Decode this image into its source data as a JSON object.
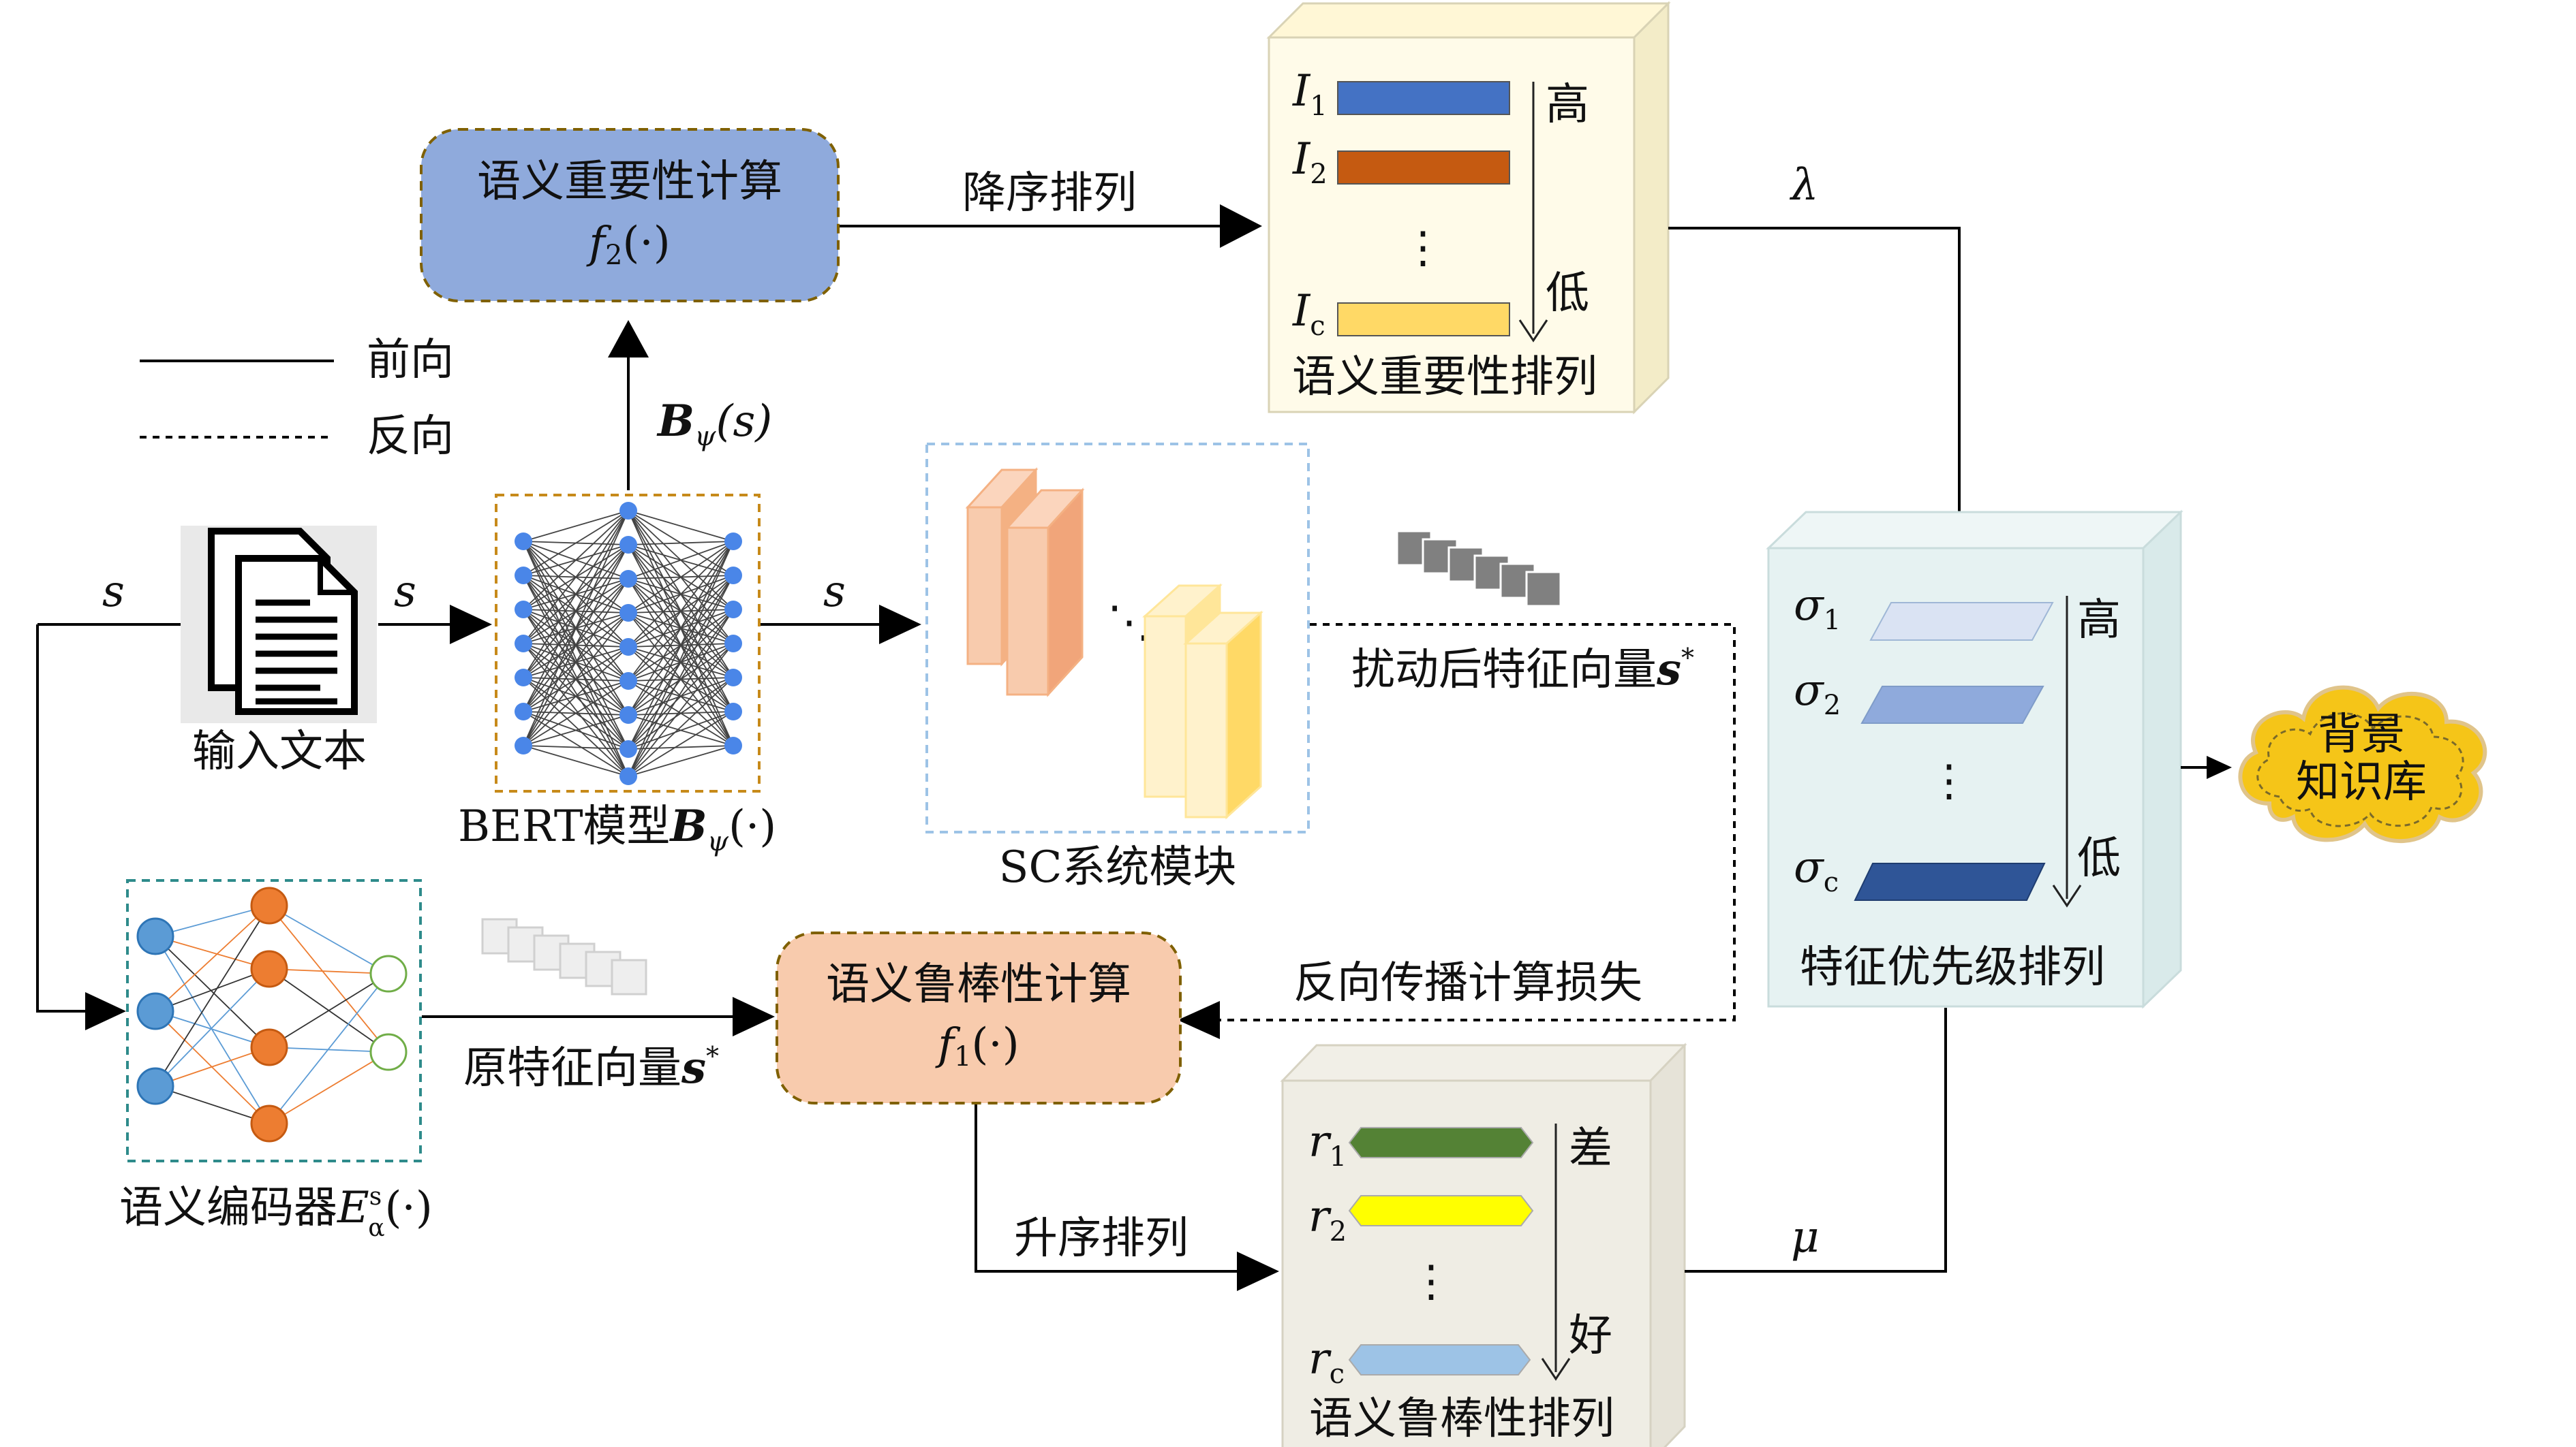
{
  "legend": {
    "forward": "前向",
    "backward": "反向"
  },
  "input": {
    "label": "输入文本",
    "s_left": "s",
    "s_right": "s"
  },
  "bert": {
    "label_prefix": "BERT模型",
    "math_B": "B",
    "math_sub": "ψ",
    "math_args": "(·)",
    "output_B": "B",
    "output_sub": "ψ",
    "output_args": "(s)",
    "s_out": "s"
  },
  "importance_calc": {
    "title": "语义重要性计算",
    "func": "f",
    "func_sub": "2",
    "func_args": "(·)"
  },
  "desc_sort": {
    "label": "降序排列"
  },
  "importance_rank": {
    "items": [
      {
        "var": "I",
        "sub": "1",
        "color": "#4472c4"
      },
      {
        "var": "I",
        "sub": "2",
        "color": "#c55a11"
      },
      {
        "var": "I",
        "sub": "c",
        "color": "#ffd966"
      }
    ],
    "dots": "⋮",
    "high": "高",
    "low": "低",
    "title": "语义重要性排列"
  },
  "lambda_label": "λ",
  "mu_label": "μ",
  "sc_module": {
    "label": "SC系统模块",
    "dots": "⋱"
  },
  "perturbed": {
    "label": "扰动后特征向量",
    "var": "s",
    "sup": "*"
  },
  "original": {
    "label": "原特征向量",
    "var": "s",
    "sup": "*"
  },
  "feature_priority": {
    "items": [
      {
        "var": "σ",
        "sub": "1",
        "color": "#dae3f3"
      },
      {
        "var": "σ",
        "sub": "2",
        "color": "#8faadc"
      },
      {
        "var": "σ",
        "sub": "c",
        "color": "#2f5597"
      }
    ],
    "dots": "⋮",
    "high": "高",
    "low": "低",
    "title": "特征优先级排列"
  },
  "cloud": {
    "line1": "背景",
    "line2": "知识库"
  },
  "encoder": {
    "label": "语义编码器",
    "var": "E",
    "sup": "s",
    "sub": "α",
    "args": "(·)"
  },
  "robustness_calc": {
    "title": "语义鲁棒性计算",
    "func": "f",
    "func_sub": "1",
    "func_args": "(·)"
  },
  "backprop": {
    "label": "反向传播计算损失"
  },
  "asc_sort": {
    "label": "升序排列"
  },
  "robustness_rank": {
    "items": [
      {
        "var": "r",
        "sub": "1",
        "color": "#548235"
      },
      {
        "var": "r",
        "sub": "2",
        "color": "#ffff00"
      },
      {
        "var": "r",
        "sub": "c",
        "color": "#9dc3e6"
      }
    ],
    "dots": "⋮",
    "worse": "差",
    "better": "好",
    "title": "语义鲁棒性排列"
  }
}
